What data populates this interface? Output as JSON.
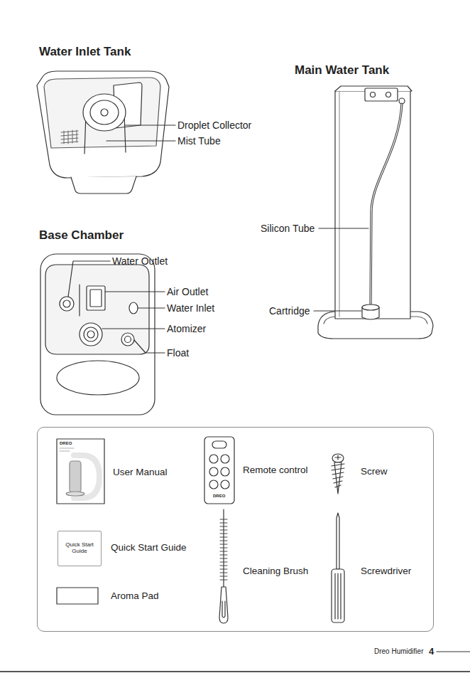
{
  "diagram": {
    "nodes": [
      {
        "text": [
          "User Manual",
          "Remote control",
          "Screw",
          "Quick Start Guide",
          "Cleaning Brush",
          "Screwdriver",
          "Aroma Pad"
        ]
      },
      {
        "text": [
          "Quick Start Guide"
        ],
        "in": 0
      }
    ],
    "labels": [
      "Water Inlet Tank",
      "Droplet Collector",
      "Mist Tube",
      "Main Water Tank",
      "Silicon Tube",
      "Cartridge",
      "Base Chamber",
      "Water Outlet",
      "Air Outlet",
      "Water Inlet",
      "Atomizer",
      "Float",
      "DREO",
      "DREO",
      "Dreo Humidifier",
      "4"
    ]
  }
}
